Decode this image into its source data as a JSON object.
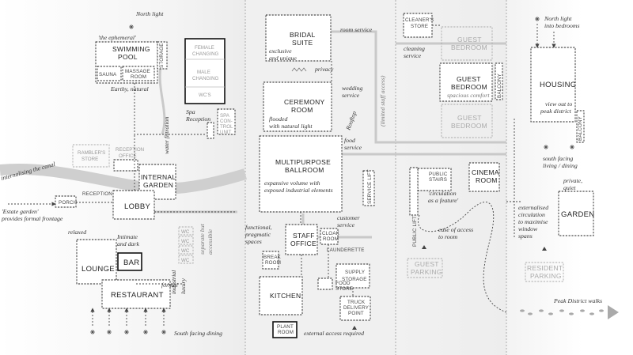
{
  "rooms": {
    "swimming_pool": "SWIMMING POOL",
    "sauna": "SAUNA",
    "massage_room": "MASSAGE ROOM",
    "storage": "STORAGE",
    "female_changing": "FEMALE CHANGING",
    "male_changing": "MALE CHANGING",
    "wcs": "WC'S",
    "spa_control_unit": "SPA CON- TROL UNIT",
    "ramblers_store": "RAMBLER'S STORE",
    "reception_office": "RECEPTION OFFICE",
    "internal_garden": "INTERNAL GARDEN",
    "porch": "PORCH",
    "reception": "RECEPTION",
    "lobby": "LOBBY",
    "lounge": "LOUNGE",
    "bar": "BAR",
    "restaurant": "RESTAURANT",
    "wc": "WC",
    "bridal_suite": "BRIDAL SUITE",
    "ceremony_room": "CEREMONY ROOM",
    "multipurpose_ballroom": "MULTIPURPOSE BALLROOM",
    "service_lift": "SERVICE LIFT",
    "staff_office": "STAFF OFFICE",
    "break_room": "BREAK ROOM",
    "cloak_room": "CLOAK ROOM",
    "launderette": "LAUNDERETTE",
    "supply_storage": "SUPPLY STORAGE",
    "kitchen": "KITCHEN",
    "food_store": "FOOD STORE",
    "truck_delivery_point": "TRUCK DELIVERY POINT",
    "plant_room": "PLANT ROOM",
    "cleaners_store": "CLEANER'S STORE",
    "guest_bedroom": "GUEST BEDROOM",
    "public_stairs": "PUBLIC STAIRS",
    "cinema_room": "CINEMA ROOM",
    "public_lift": "PUBLIC LIFT",
    "guest_parking": "GUEST PARKING",
    "housing": "HOUSING",
    "balcony": "BALCONY",
    "garden": "GARDEN",
    "resident_parking": "RESIDENT PARKING"
  },
  "notes": {
    "north_light": "North light",
    "the_ephemeral": "'the ephemeral'",
    "earthy_natural": "Earthy, natural",
    "spa_reception": "Spa Reception",
    "water_filtration": "water filtration",
    "internalising_canal": "internalising the canal",
    "estate_garden": "'Estate garden' provides formal frontage",
    "relaxed": "relaxed",
    "intimate_dark": "Intimate and dark",
    "formal": "formal",
    "industrial_luxury": "industrial luxury",
    "separate_accessible": "separate but accessible",
    "south_dining": "South facing dining",
    "exclusive_unique": "exclusive and unique",
    "privacy": "privacy",
    "room_service": "room service",
    "flooded_light": "flooded with natural light",
    "wedding_service": "wedding service",
    "rooftop": "Rooftop",
    "limited_staff_access": "(limited staff access)",
    "food_service": "food service",
    "expansive_volume": "expansive volume with exposed industrial elements",
    "functional_pragmatic": "functional, pragmatic spaces",
    "customer_service": "customer service",
    "external_access": "external access required",
    "cleaning_service": "cleaning service",
    "spacious_comfort": "spacious comfort",
    "circulation_feature": "'circulation as a feature'",
    "ease_access": "ease of access to room",
    "north_light_bedrooms": "North light into bedrooms",
    "view_peak": "view out to peak district",
    "south_living": "south facing living / dining",
    "externalised_circulation": "externalised circulation to maximise window spans",
    "private_quiet": "private, quiet",
    "peak_walks": "Peak District walks"
  }
}
